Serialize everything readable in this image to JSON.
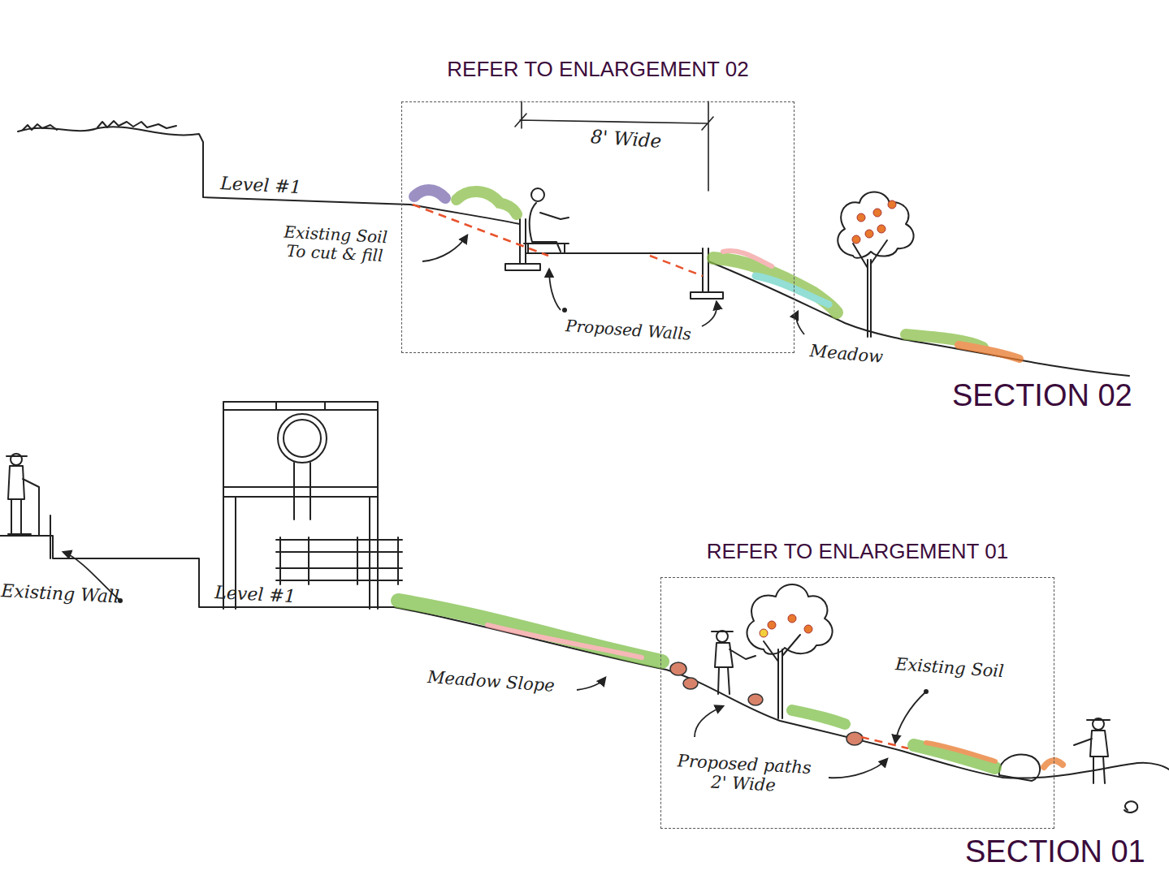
{
  "diagram": {
    "nodes": [
      {
        "text": [
          "REFER TO ENLARGEMENT 02"
        ]
      },
      {
        "text": [
          "REFER TO ENLARGEMENT 01"
        ]
      }
    ],
    "labels": [
      "8' Wide",
      "Level #1",
      "Existing Soil To cut & fill",
      "Proposed Walls",
      "Meadow",
      "SECTION 02",
      "Existing Wall",
      "Level #1",
      "Meadow Slope",
      "Existing Soil",
      "Proposed paths 2' Wide",
      "SECTION 01"
    ]
  }
}
